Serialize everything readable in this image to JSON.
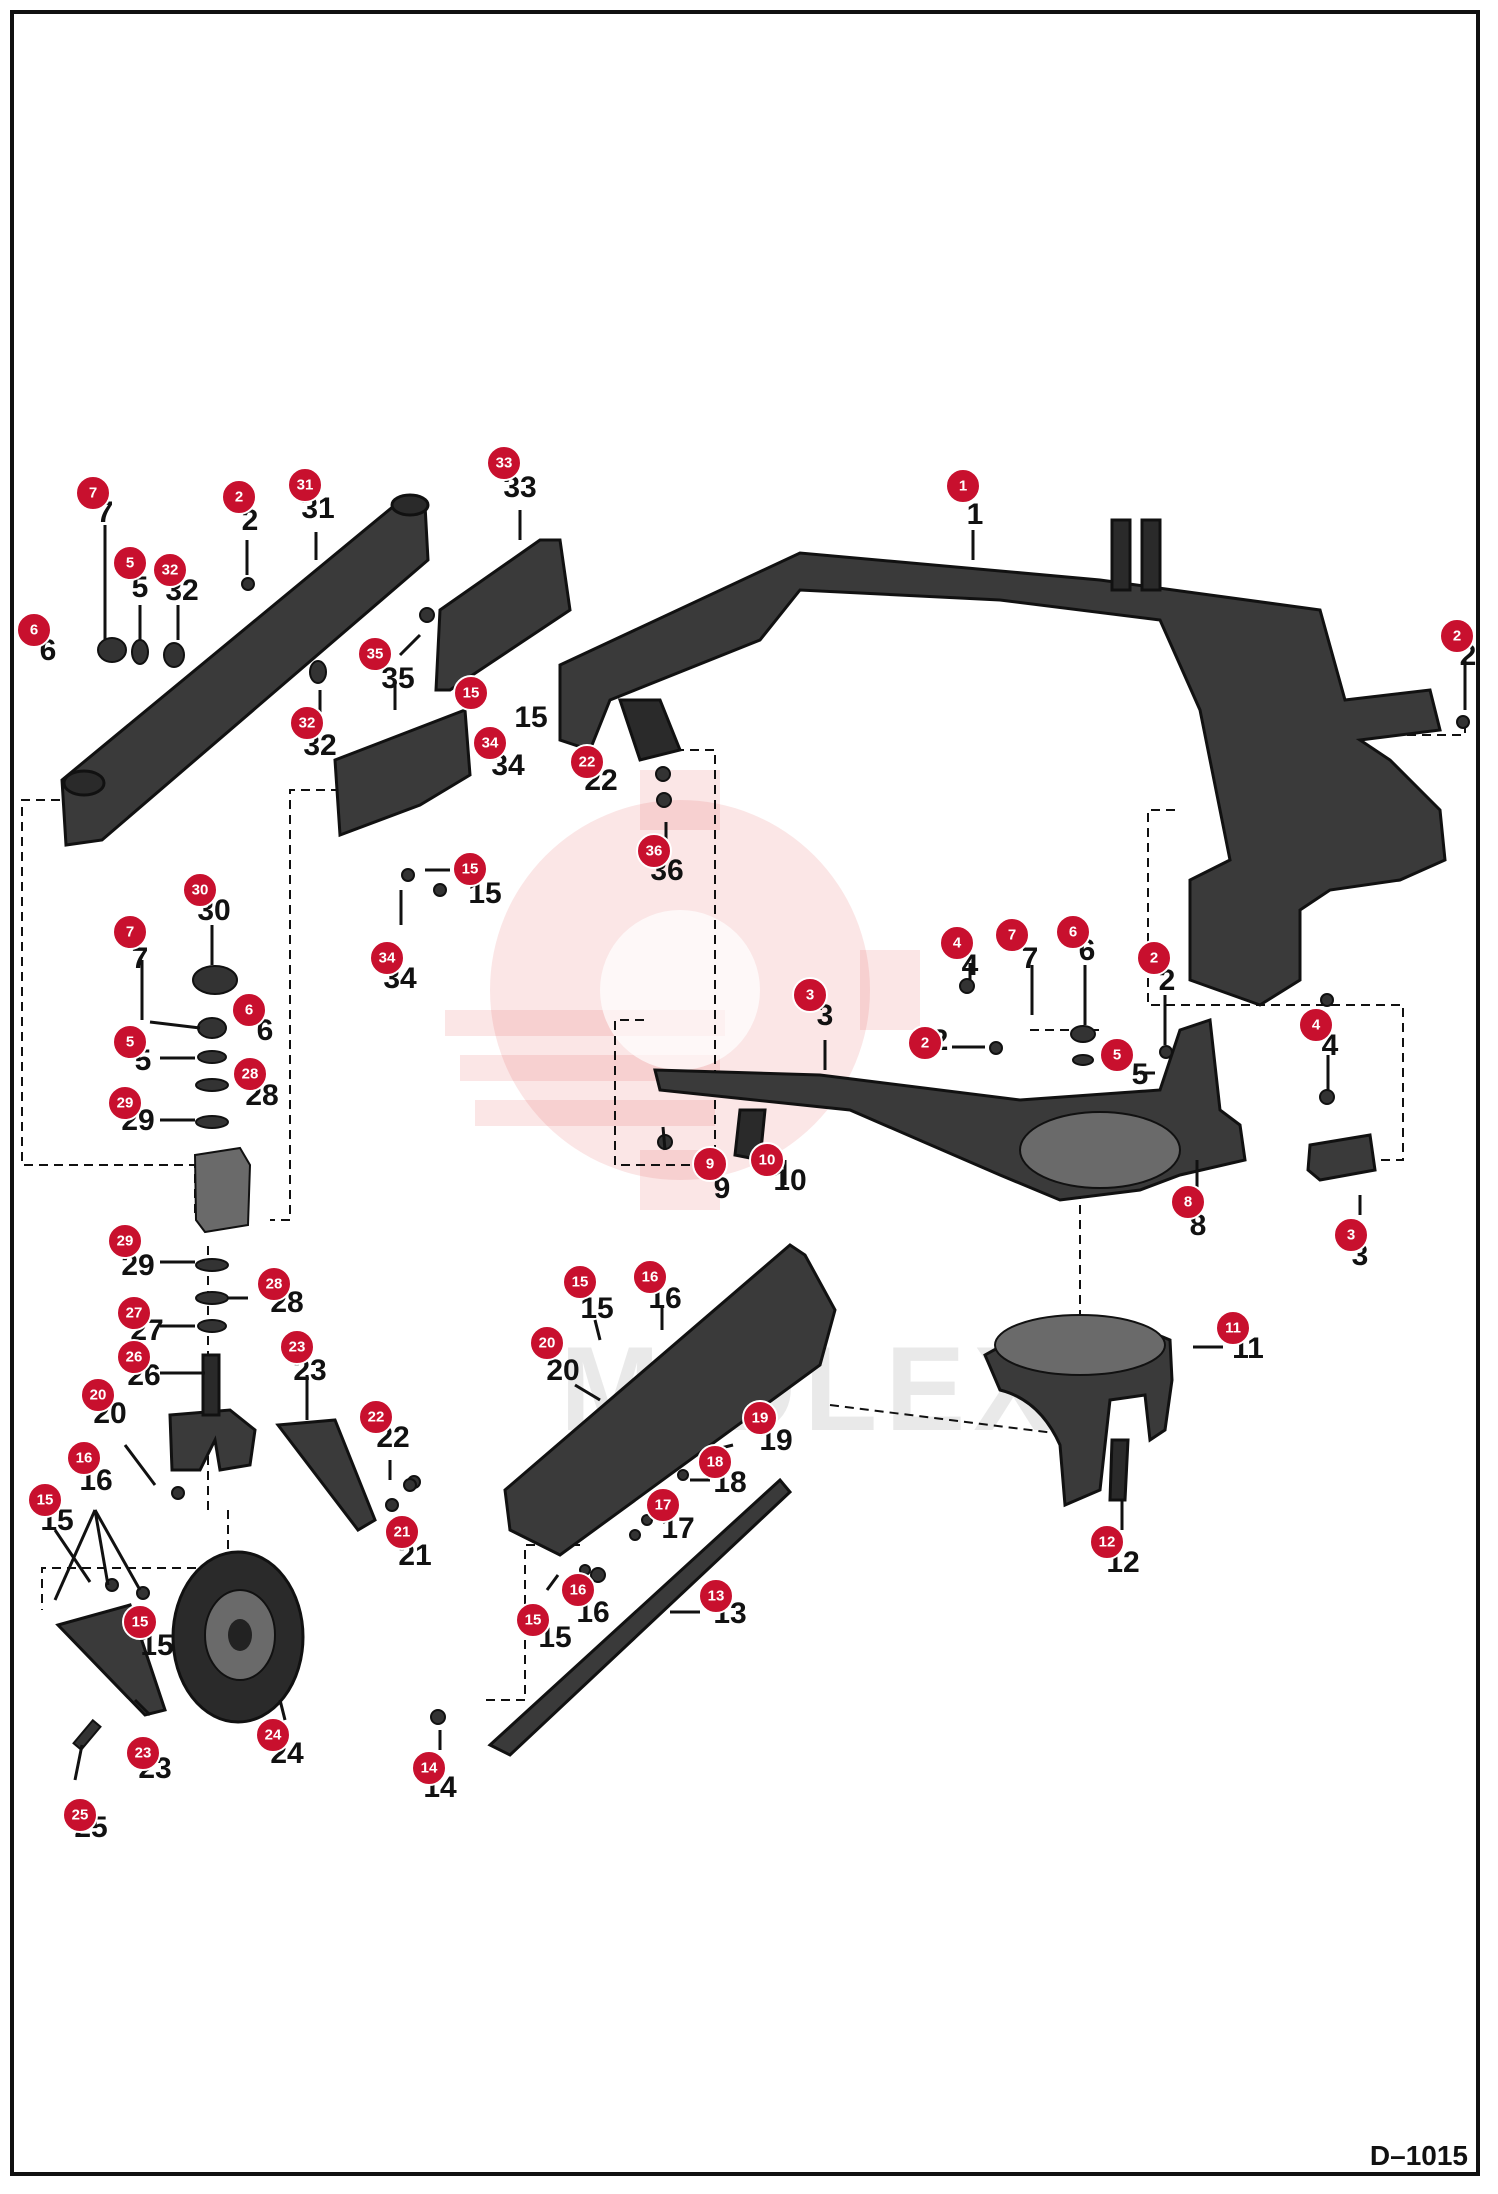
{
  "diagram_code": "D–1015",
  "watermark": "MIDLEX",
  "callouts": [
    {
      "id": "c1",
      "label": "1"
    },
    {
      "id": "c2a",
      "label": "2"
    },
    {
      "id": "c2b",
      "label": "2"
    },
    {
      "id": "c2c",
      "label": "2"
    },
    {
      "id": "c2d",
      "label": "2"
    },
    {
      "id": "c3a",
      "label": "3"
    },
    {
      "id": "c3b",
      "label": "3"
    },
    {
      "id": "c4a",
      "label": "4"
    },
    {
      "id": "c4b",
      "label": "4"
    },
    {
      "id": "c5a",
      "label": "5"
    },
    {
      "id": "c5b",
      "label": "5"
    },
    {
      "id": "c5c",
      "label": "5"
    },
    {
      "id": "c6a",
      "label": "6"
    },
    {
      "id": "c6b",
      "label": "6"
    },
    {
      "id": "c6c",
      "label": "6"
    },
    {
      "id": "c7a",
      "label": "7"
    },
    {
      "id": "c7b",
      "label": "7"
    },
    {
      "id": "c7c",
      "label": "7"
    },
    {
      "id": "c8",
      "label": "8"
    },
    {
      "id": "c9",
      "label": "9"
    },
    {
      "id": "c10",
      "label": "10"
    },
    {
      "id": "c11",
      "label": "11"
    },
    {
      "id": "c12",
      "label": "12"
    },
    {
      "id": "c13",
      "label": "13"
    },
    {
      "id": "c14",
      "label": "14"
    },
    {
      "id": "c15a",
      "label": "15"
    },
    {
      "id": "c15b",
      "label": "15"
    },
    {
      "id": "c15c",
      "label": "15"
    },
    {
      "id": "c15d",
      "label": "15"
    },
    {
      "id": "c15e",
      "label": "15"
    },
    {
      "id": "c15f",
      "label": "15"
    },
    {
      "id": "c16a",
      "label": "16"
    },
    {
      "id": "c16b",
      "label": "16"
    },
    {
      "id": "c16c",
      "label": "16"
    },
    {
      "id": "c17",
      "label": "17"
    },
    {
      "id": "c18",
      "label": "18"
    },
    {
      "id": "c19",
      "label": "19"
    },
    {
      "id": "c20a",
      "label": "20"
    },
    {
      "id": "c20b",
      "label": "20"
    },
    {
      "id": "c21",
      "label": "21"
    },
    {
      "id": "c22a",
      "label": "22"
    },
    {
      "id": "c22b",
      "label": "22"
    },
    {
      "id": "c23a",
      "label": "23"
    },
    {
      "id": "c23b",
      "label": "23"
    },
    {
      "id": "c24",
      "label": "24"
    },
    {
      "id": "c25",
      "label": "25"
    },
    {
      "id": "c26",
      "label": "26"
    },
    {
      "id": "c27",
      "label": "27"
    },
    {
      "id": "c28a",
      "label": "28"
    },
    {
      "id": "c28b",
      "label": "28"
    },
    {
      "id": "c29a",
      "label": "29"
    },
    {
      "id": "c29b",
      "label": "29"
    },
    {
      "id": "c30",
      "label": "30"
    },
    {
      "id": "c31",
      "label": "31"
    },
    {
      "id": "c32a",
      "label": "32"
    },
    {
      "id": "c32b",
      "label": "32"
    },
    {
      "id": "c33",
      "label": "33"
    },
    {
      "id": "c34a",
      "label": "34"
    },
    {
      "id": "c34b",
      "label": "34"
    },
    {
      "id": "c35",
      "label": "35"
    },
    {
      "id": "c36",
      "label": "36"
    }
  ]
}
